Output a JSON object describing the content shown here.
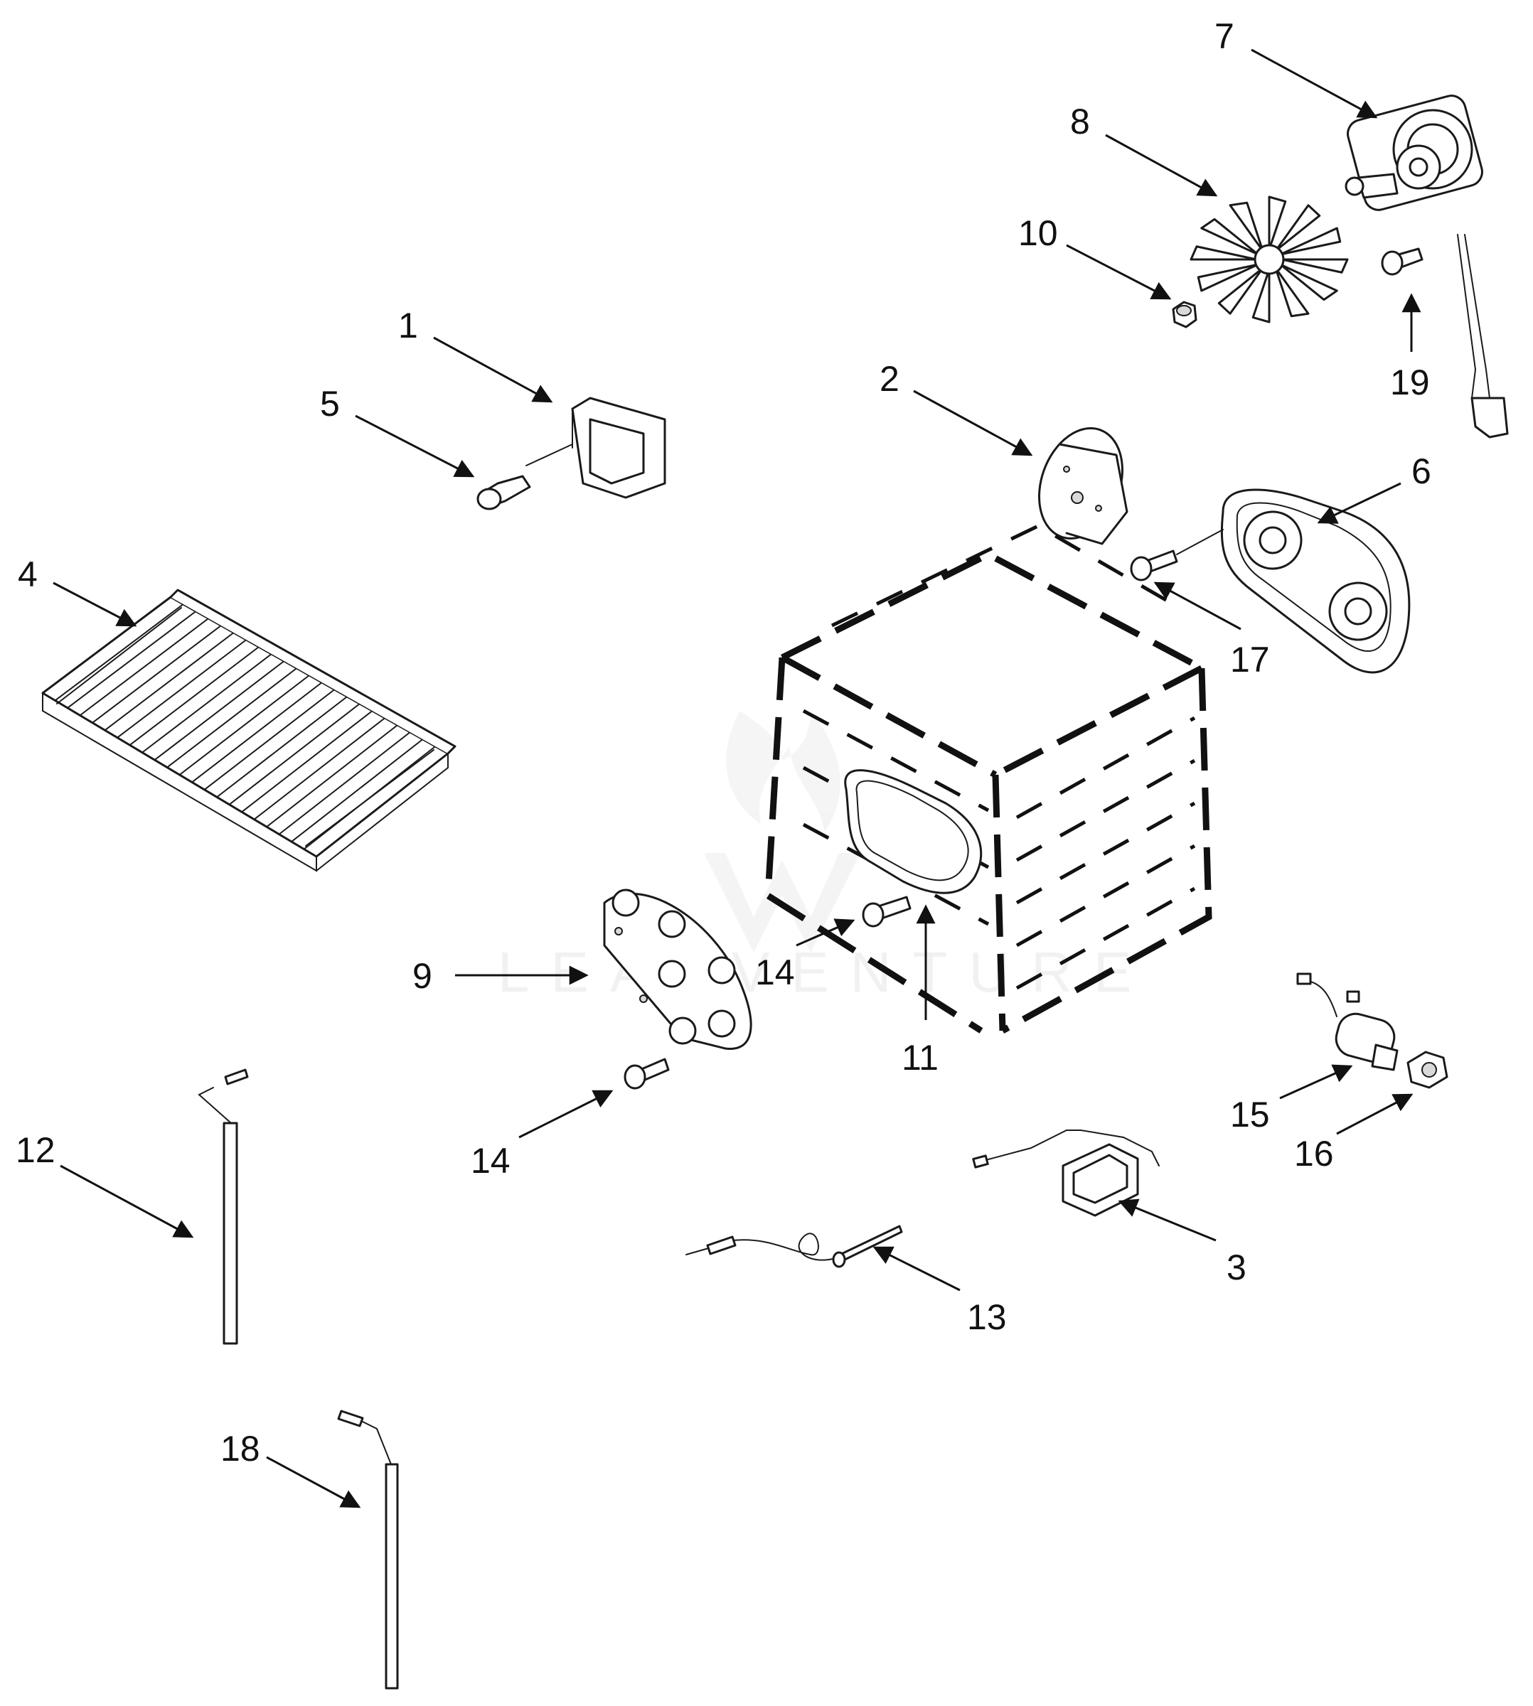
{
  "watermark": {
    "text": "LEADVENTURE"
  },
  "callouts": [
    {
      "id": "1",
      "label": "1",
      "part": "bracket"
    },
    {
      "id": "2",
      "label": "2",
      "part": "disc"
    },
    {
      "id": "3",
      "label": "3",
      "part": "sensor-housing"
    },
    {
      "id": "4",
      "label": "4",
      "part": "oven-rack"
    },
    {
      "id": "5",
      "label": "5",
      "part": "screw"
    },
    {
      "id": "6",
      "label": "6",
      "part": "fan-cover"
    },
    {
      "id": "7",
      "label": "7",
      "part": "fan-motor"
    },
    {
      "id": "8",
      "label": "8",
      "part": "fan-blade"
    },
    {
      "id": "9",
      "label": "9",
      "part": "element-plate"
    },
    {
      "id": "10",
      "label": "10",
      "part": "nut"
    },
    {
      "id": "11",
      "label": "11",
      "part": "heating-element"
    },
    {
      "id": "12",
      "label": "12",
      "part": "igniter"
    },
    {
      "id": "13",
      "label": "13",
      "part": "meat-probe"
    },
    {
      "id": "14a",
      "label": "14",
      "part": "screw"
    },
    {
      "id": "14b",
      "label": "14",
      "part": "screw"
    },
    {
      "id": "15",
      "label": "15",
      "part": "valve"
    },
    {
      "id": "16",
      "label": "16",
      "part": "fitting-nut"
    },
    {
      "id": "17",
      "label": "17",
      "part": "screw"
    },
    {
      "id": "18",
      "label": "18",
      "part": "igniter"
    },
    {
      "id": "19",
      "label": "19",
      "part": "screw"
    }
  ]
}
